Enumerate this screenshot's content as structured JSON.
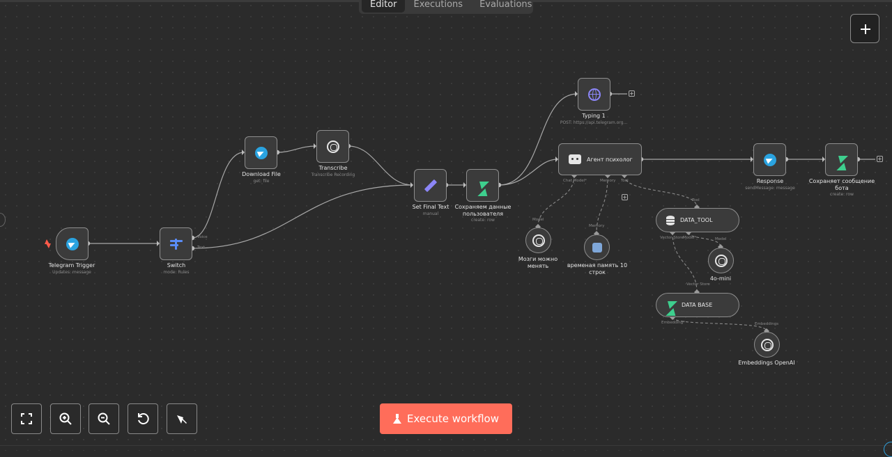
{
  "tabs": [
    "Editor",
    "Executions",
    "Evaluations"
  ],
  "nodes": {
    "telegram_trigger": {
      "title": "Telegram Trigger",
      "sub": "Updates: message"
    },
    "switch": {
      "title": "Switch",
      "sub": "mode: Rules",
      "out1": "Voice",
      "out2": "Text"
    },
    "download_file": {
      "title": "Download File",
      "sub": "get: file"
    },
    "transcribe": {
      "title": "Transcribe",
      "sub": "Transcribe Recording"
    },
    "set_final_text": {
      "title": "Set Final Text",
      "sub": "manual"
    },
    "save_user_data": {
      "title": "Сохраняем данные пользователя",
      "sub": "create: row"
    },
    "typing": {
      "title": "Typing 1",
      "sub": "POST: https://api.telegram.org..."
    },
    "agent": {
      "title": "Агент психолог",
      "port_chat_model": "Chat Model*",
      "port_memory": "Memory",
      "port_tool": "Tool"
    },
    "brain_model": {
      "title": "Мозги можно менять",
      "port": "Model"
    },
    "memory": {
      "title": "временая память 10 строк",
      "port": "Memory"
    },
    "data_tool": {
      "title": "DATA_TOOL",
      "port_top": "Tool",
      "port_vector": "Vector Store",
      "port_model": "Model*"
    },
    "mini_model": {
      "title": "4o-mini",
      "port": "Model"
    },
    "data_base": {
      "title": "DATA BASE",
      "port_top": "Vector Store",
      "port_embedding": "Embedding*"
    },
    "embeddings": {
      "title": "Embeddings OpenAI",
      "port": "Embeddings"
    },
    "response": {
      "title": "Response",
      "sub": "sendMessage: message"
    },
    "save_bot_msg": {
      "title": "Сохраняет сообщение бота",
      "sub": "create: row"
    }
  },
  "execute_label": "Execute workflow",
  "toolbar": [
    "fit-view",
    "zoom-in",
    "zoom-out",
    "reset-zoom",
    "tidy-up"
  ],
  "colors": {
    "accent": "#ff6d5a",
    "telegram": "#2aa3e0",
    "supabase": "#3ecf8e",
    "purple": "#8c86f7",
    "switch": "#5a8cf7"
  }
}
